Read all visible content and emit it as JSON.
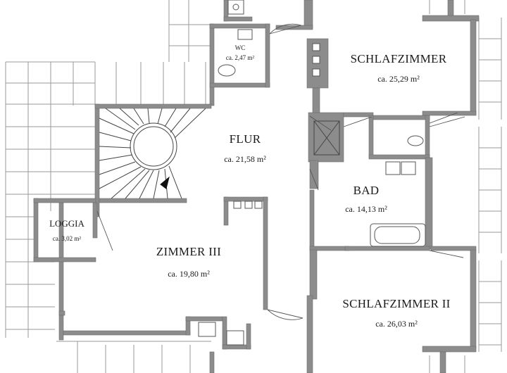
{
  "rooms": {
    "schlafzimmer": {
      "name": "SCHLAFZIMMER",
      "area": "ca. 25,29 m²"
    },
    "wc": {
      "name": "WC",
      "area": "ca. 2,47 m²"
    },
    "flur": {
      "name": "FLUR",
      "area": "ca. 21,58 m²"
    },
    "bad": {
      "name": "BAD",
      "area": "ca. 14,13 m²"
    },
    "loggia": {
      "name": "LOGGIA",
      "area": "ca. 3,02 m²"
    },
    "zimmer3": {
      "name": "ZIMMER III",
      "area": "ca. 19,80 m²"
    },
    "schlafzimmer2": {
      "name": "SCHLAFZIMMER II",
      "area": "ca. 26,03 m²"
    }
  },
  "colors": {
    "wall": "#8c8c8c",
    "roof": "#9a9a9a",
    "background": "#ffffff",
    "text": "#1a1a1a"
  },
  "icons": [
    "staircase",
    "toilet",
    "sink",
    "bathtub",
    "door-swing",
    "stair-direction-arrow"
  ]
}
